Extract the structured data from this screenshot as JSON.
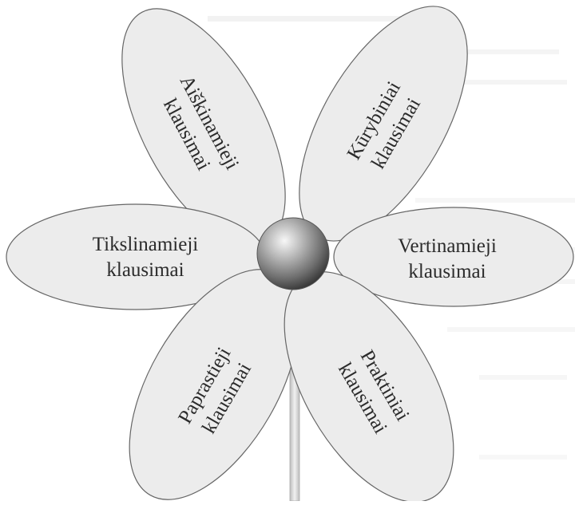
{
  "petals": [
    {
      "id": "aiskinamieji",
      "lines": [
        "Aiškinamieji",
        "klausimai"
      ]
    },
    {
      "id": "kurybiniai",
      "lines": [
        "Kūrybiniai",
        "klausimai"
      ]
    },
    {
      "id": "tikslinamieji",
      "lines": [
        "Tikslinamieji",
        "klausimai"
      ]
    },
    {
      "id": "vertinamieji",
      "lines": [
        "Vertinamieji",
        "klausimai"
      ]
    },
    {
      "id": "paprastieji",
      "lines": [
        "Paprastieji",
        "klausimai"
      ]
    },
    {
      "id": "praktiniai",
      "lines": [
        "Praktiniai",
        "klausimai"
      ]
    }
  ],
  "colors": {
    "petal_fill": "#ececec",
    "petal_stroke": "#666666",
    "text": "#2b2b2b",
    "center": "#8a8a8a",
    "stem": "#d9d9d9",
    "background_text": "#e6e6e6"
  }
}
